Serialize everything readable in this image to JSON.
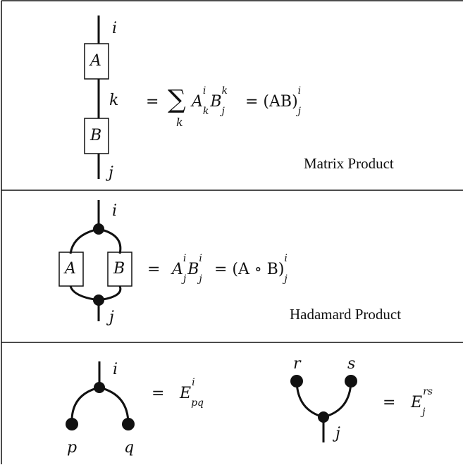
{
  "panels": [
    {
      "caption": "Matrix Product",
      "labels": {
        "top": "i",
        "middle": "k",
        "bottom": "j"
      },
      "boxes": [
        "A",
        "B"
      ],
      "equation": {
        "lead": "=",
        "sum_index": "k",
        "mid": "= (AB)"
      }
    },
    {
      "caption": "Hadamard Product",
      "labels": {
        "top": "i",
        "bottom": "j"
      },
      "boxes": [
        "A",
        "B"
      ],
      "equation": {
        "lead": "=",
        "mid": "= (A ∘ B)"
      }
    },
    {
      "left": {
        "labels": {
          "top": "i",
          "left": "p",
          "right": "q"
        },
        "equation": {
          "lead": "=",
          "symbol": "E"
        }
      },
      "right": {
        "labels": {
          "left": "r",
          "right": "s",
          "bottom": "j"
        },
        "equation": {
          "lead": "=",
          "symbol": "E"
        }
      }
    }
  ]
}
